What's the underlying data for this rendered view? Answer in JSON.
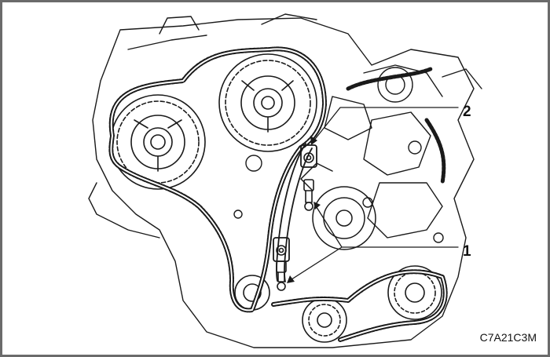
{
  "callouts": {
    "one": "1",
    "two": "2"
  },
  "figure_code": "C7A21C3M",
  "colors": {
    "line": "#1a1a1a",
    "frame": "#6b6b6b",
    "background": "#ffffff"
  },
  "icons": [
    "sprocket",
    "timing-chain",
    "chain-guide",
    "bolt",
    "leader-line"
  ]
}
